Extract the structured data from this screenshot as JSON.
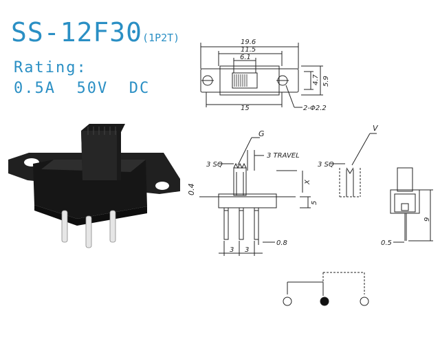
{
  "header": {
    "model": "SS-12F30",
    "pole_throw": "(1P2T)",
    "rating_label": "Rating:",
    "rating_value": "0.5A  50V  DC"
  },
  "top_view": {
    "overall_length": "19.6",
    "hole_spacing": "11.5",
    "slot_width": "6.1",
    "height_body": "4.7",
    "height_flange": "5.9",
    "body_length": "15",
    "hole_callout": "2-Φ2.2"
  },
  "side_view": {
    "actuator_label": "G",
    "angle_label": "3 SQ",
    "travel_label": "3 TRAVEL",
    "lever_height": "X",
    "flange_thickness": "0.4",
    "body_height": "5",
    "pin_width": "0.8",
    "pin_pitch_1": "3",
    "pin_pitch_2": "3"
  },
  "detail_view": {
    "notch_label": "V",
    "angle_label": "3 SQ"
  },
  "end_view": {
    "pin_thickness": "0.5",
    "overall_height": "9"
  },
  "colors": {
    "title": "#2a8fc4",
    "drawing_line": "#222222",
    "switch_body": "#1c1c1c",
    "pin": "#d9d9d9"
  }
}
